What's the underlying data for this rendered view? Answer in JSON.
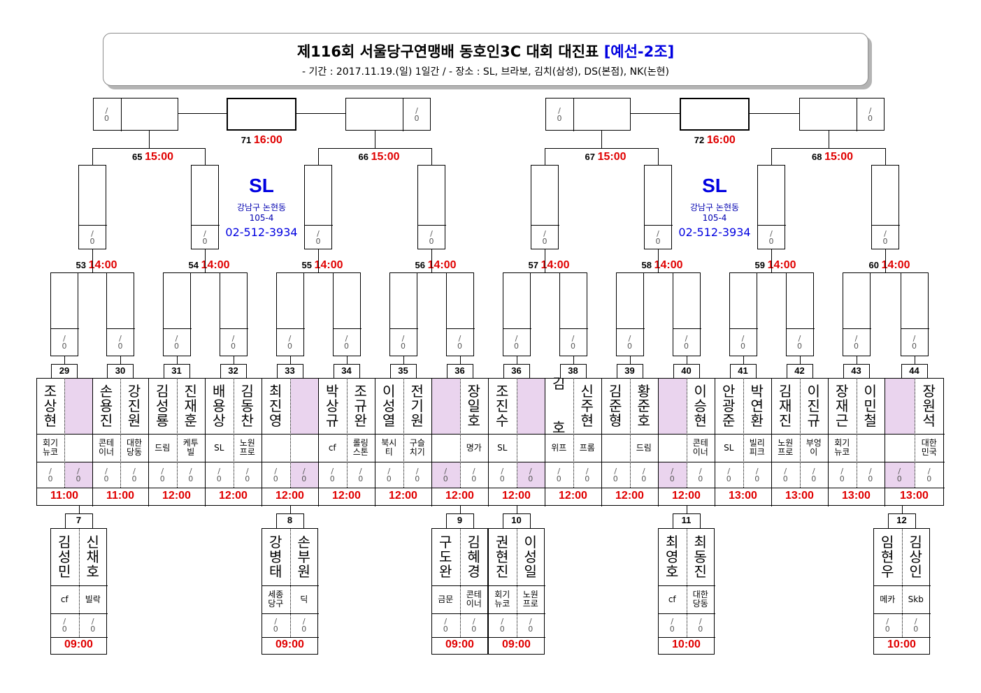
{
  "header": {
    "title_main": "제116회 서울당구연맹배 동호인3C 대회 대진표",
    "title_group": "[예선-2조]",
    "subtitle": "- 기간 : 2017.11.19.(일) 1일간 / - 장소 : SL, 브라보, 김치(삼성), DS(본점), NK(논현)"
  },
  "score_placeholder": "/ 0",
  "colors": {
    "time_red": "#e00000",
    "venue_blue": "#0000e0",
    "bye_pink": "#ead4ee"
  },
  "venue": [
    {
      "name": "SL",
      "addr1": "강남구 논현동",
      "addr2": "105-4",
      "phone": "02-512-3934"
    },
    {
      "name": "SL",
      "addr1": "강남구 논현동",
      "addr2": "105-4",
      "phone": "02-512-3934"
    }
  ],
  "round71": [
    {
      "num": "71",
      "time": "16:00"
    },
    {
      "num": "72",
      "time": "16:00"
    }
  ],
  "round65": [
    {
      "num": "65",
      "time": "15:00"
    },
    {
      "num": "66",
      "time": "15:00"
    },
    {
      "num": "67",
      "time": "15:00"
    },
    {
      "num": "68",
      "time": "15:00"
    }
  ],
  "round53": [
    {
      "num": "53",
      "time": "14:00"
    },
    {
      "num": "54",
      "time": "14:00"
    },
    {
      "num": "55",
      "time": "14:00"
    },
    {
      "num": "56",
      "time": "14:00"
    },
    {
      "num": "57",
      "time": "14:00"
    },
    {
      "num": "58",
      "time": "14:00"
    },
    {
      "num": "59",
      "time": "14:00"
    },
    {
      "num": "60",
      "time": "14:00"
    }
  ],
  "main_matches": [
    {
      "num": "29",
      "time": "11:00",
      "players": [
        {
          "name": "조상현",
          "club": "회기\n뉴코",
          "bye": false
        },
        {
          "name": "",
          "club": "",
          "bye": true
        }
      ]
    },
    {
      "num": "30",
      "time": "11:00",
      "players": [
        {
          "name": "손용진",
          "club": "콘테\n이너",
          "bye": false
        },
        {
          "name": "강진원",
          "club": "대한\n당동",
          "bye": false
        }
      ]
    },
    {
      "num": "31",
      "time": "12:00",
      "players": [
        {
          "name": "김성룡",
          "club": "드림",
          "bye": false
        },
        {
          "name": "진재훈",
          "club": "케투\n빌",
          "bye": false
        }
      ]
    },
    {
      "num": "32",
      "time": "12:00",
      "players": [
        {
          "name": "배용상",
          "club": "SL",
          "bye": false
        },
        {
          "name": "김동찬",
          "club": "노원\n프로",
          "bye": false
        }
      ]
    },
    {
      "num": "33",
      "time": "12:00",
      "players": [
        {
          "name": "최진영",
          "club": "",
          "bye": false
        },
        {
          "name": "",
          "club": "",
          "bye": true
        }
      ]
    },
    {
      "num": "34",
      "time": "12:00",
      "players": [
        {
          "name": "박상규",
          "club": "cf",
          "bye": false
        },
        {
          "name": "조규완",
          "club": "롤링\n스톤",
          "bye": false
        }
      ]
    },
    {
      "num": "35",
      "time": "12:00",
      "players": [
        {
          "name": "이성열",
          "club": "북시\n티",
          "bye": false
        },
        {
          "name": "전기원",
          "club": "구슬\n치기",
          "bye": false
        }
      ]
    },
    {
      "num": "36",
      "time": "12:00",
      "players": [
        {
          "name": "",
          "club": "",
          "bye": true
        },
        {
          "name": "장일호",
          "club": "명가",
          "bye": false
        }
      ]
    },
    {
      "num": "36",
      "time": "12:00",
      "players": [
        {
          "name": "조진수",
          "club": "SL",
          "bye": false
        },
        {
          "name": "",
          "club": "",
          "bye": true
        }
      ]
    },
    {
      "num": "38",
      "time": "12:00",
      "players": [
        {
          "name": "김\n\n호",
          "club": "위프",
          "bye": false
        },
        {
          "name": "신주현",
          "club": "프롬",
          "bye": false
        }
      ]
    },
    {
      "num": "39",
      "time": "12:00",
      "players": [
        {
          "name": "김준형",
          "club": "",
          "bye": false
        },
        {
          "name": "황준호",
          "club": "드림",
          "bye": false
        }
      ]
    },
    {
      "num": "40",
      "time": "12:00",
      "players": [
        {
          "name": "",
          "club": "",
          "bye": true
        },
        {
          "name": "이승현",
          "club": "콘테\n이너",
          "bye": false
        }
      ]
    },
    {
      "num": "41",
      "time": "13:00",
      "players": [
        {
          "name": "안광준",
          "club": "SL",
          "bye": false
        },
        {
          "name": "박연환",
          "club": "빌리\n피크",
          "bye": false
        }
      ]
    },
    {
      "num": "42",
      "time": "13:00",
      "players": [
        {
          "name": "김재진",
          "club": "노원\n프로",
          "bye": false
        },
        {
          "name": "이진규",
          "club": "부엉\n이",
          "bye": false
        }
      ]
    },
    {
      "num": "43",
      "time": "13:00",
      "players": [
        {
          "name": "장재근",
          "club": "회기\n뉴코",
          "bye": false
        },
        {
          "name": "이민철",
          "club": "",
          "bye": false
        }
      ]
    },
    {
      "num": "44",
      "time": "13:00",
      "players": [
        {
          "name": "",
          "club": "",
          "bye": true
        },
        {
          "name": "장원석",
          "club": "대한\n민국",
          "bye": false
        }
      ]
    }
  ],
  "prelim_matches": [
    {
      "num": "7",
      "time": "09:00",
      "players": [
        {
          "name": "김성민",
          "club": "cf"
        },
        {
          "name": "신채호",
          "club": "빌락"
        }
      ]
    },
    {
      "num": "8",
      "time": "09:00",
      "players": [
        {
          "name": "강병태",
          "club": "세종\n당구"
        },
        {
          "name": "손부원",
          "club": "딕"
        }
      ]
    },
    {
      "num": "9",
      "time": "09:00",
      "players": [
        {
          "name": "구도완",
          "club": "금문"
        },
        {
          "name": "김혜경",
          "club": "콘테\n이너"
        }
      ]
    },
    {
      "num": "10",
      "time": "09:00",
      "players": [
        {
          "name": "권현진",
          "club": "회기\n뉴코"
        },
        {
          "name": "이성일",
          "club": "노원\n프로"
        }
      ]
    },
    {
      "num": "11",
      "time": "10:00",
      "players": [
        {
          "name": "최영호",
          "club": "cf"
        },
        {
          "name": "최동진",
          "club": "대한\n당동"
        }
      ]
    },
    {
      "num": "12",
      "time": "10:00",
      "players": [
        {
          "name": "임현우",
          "club": "메카"
        },
        {
          "name": "김상인",
          "club": "Skb"
        }
      ]
    }
  ]
}
